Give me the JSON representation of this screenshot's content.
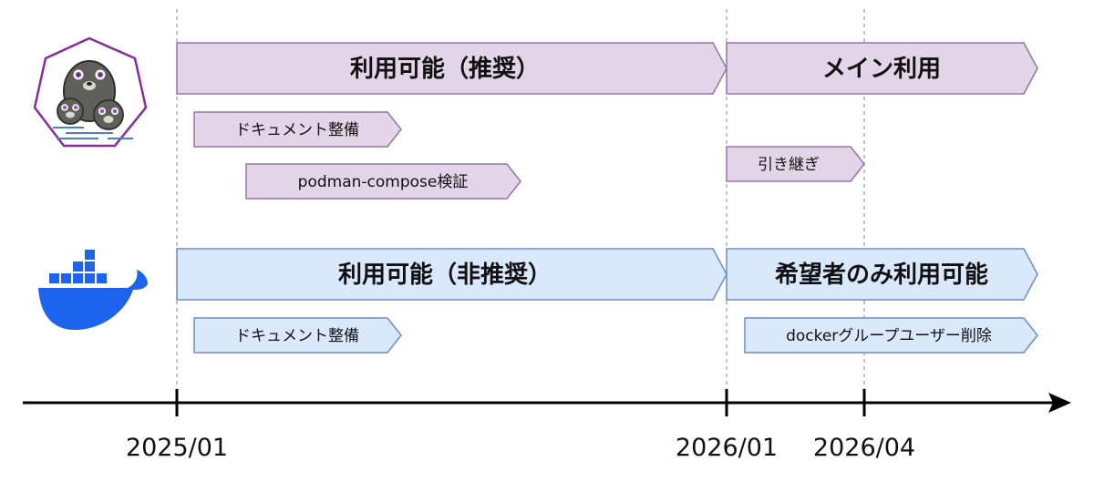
{
  "colors": {
    "podman_fill": "#e1d5e7",
    "podman_stroke": "#9673a6",
    "docker_fill": "#dae8fc",
    "docker_stroke": "#6c8ebf",
    "docker_blue": "#1d63ed",
    "axis": "#000000",
    "guide": "#999999"
  },
  "icons": {
    "podman": "podman-seal-logo-icon",
    "docker": "docker-whale-logo-icon"
  },
  "podman": {
    "main_bars": [
      {
        "label": "利用可能（推奨）"
      },
      {
        "label": "メイン利用"
      }
    ],
    "task_bars": [
      {
        "label": "ドキュメント整備"
      },
      {
        "label": "podman-compose検証"
      },
      {
        "label": "引き継ぎ"
      }
    ]
  },
  "docker": {
    "main_bars": [
      {
        "label": "利用可能（非推奨）"
      },
      {
        "label": "希望者のみ利用可能"
      }
    ],
    "task_bars": [
      {
        "label": "ドキュメント整備"
      },
      {
        "label": "dockerグループユーザー削除"
      }
    ]
  },
  "timeline": {
    "ticks": [
      {
        "label": "2025/01"
      },
      {
        "label": "2026/01"
      },
      {
        "label": "2026/04"
      }
    ]
  }
}
